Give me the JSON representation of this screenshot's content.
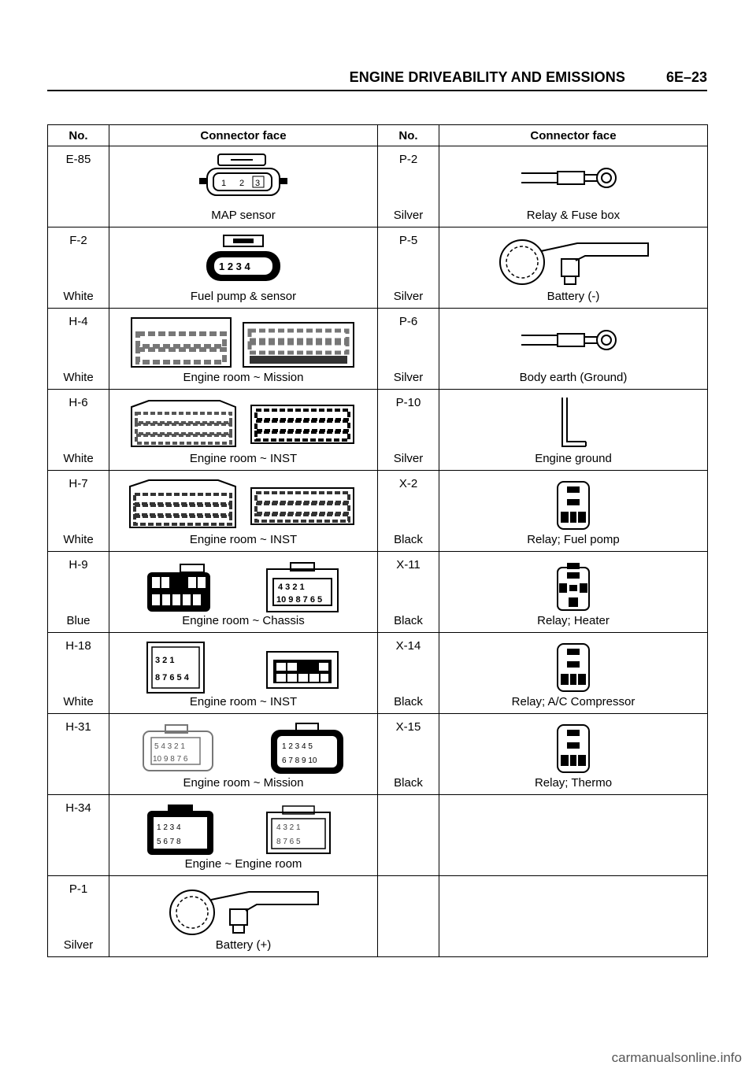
{
  "header": {
    "title": "ENGINE DRIVEABILITY AND EMISSIONS",
    "page": "6E–23"
  },
  "table": {
    "columns": [
      "No.",
      "Connector face",
      "No.",
      "Connector face"
    ],
    "rows": [
      {
        "left": {
          "no": "E-85",
          "color": "",
          "desc": "MAP sensor"
        },
        "right": {
          "no": "P-2",
          "color": "Silver",
          "desc": "Relay & Fuse box"
        }
      },
      {
        "left": {
          "no": "F-2",
          "color": "White",
          "desc": "Fuel pump & sensor"
        },
        "right": {
          "no": "P-5",
          "color": "Silver",
          "desc": "Battery (-)"
        }
      },
      {
        "left": {
          "no": "H-4",
          "color": "White",
          "desc": "Engine room ~ Mission"
        },
        "right": {
          "no": "P-6",
          "color": "Silver",
          "desc": "Body earth (Ground)"
        }
      },
      {
        "left": {
          "no": "H-6",
          "color": "White",
          "desc": "Engine room ~ INST"
        },
        "right": {
          "no": "P-10",
          "color": "Silver",
          "desc": "Engine ground"
        }
      },
      {
        "left": {
          "no": "H-7",
          "color": "White",
          "desc": "Engine room ~ INST"
        },
        "right": {
          "no": "X-2",
          "color": "Black",
          "desc": "Relay; Fuel pomp"
        }
      },
      {
        "left": {
          "no": "H-9",
          "color": "Blue",
          "desc": "Engine room ~ Chassis"
        },
        "right": {
          "no": "X-11",
          "color": "Black",
          "desc": "Relay; Heater"
        }
      },
      {
        "left": {
          "no": "H-18",
          "color": "White",
          "desc": "Engine room ~ INST"
        },
        "right": {
          "no": "X-14",
          "color": "Black",
          "desc": "Relay; A/C Compressor"
        }
      },
      {
        "left": {
          "no": "H-31",
          "color": "",
          "desc": "Engine room ~ Mission"
        },
        "right": {
          "no": "X-15",
          "color": "Black",
          "desc": "Relay; Thermo"
        }
      },
      {
        "left": {
          "no": "H-34",
          "color": "",
          "desc": "Engine ~ Engine room"
        },
        "right": {
          "no": "",
          "color": "",
          "desc": ""
        }
      },
      {
        "left": {
          "no": "P-1",
          "color": "Silver",
          "desc": "Battery (+)"
        },
        "right": {
          "no": "",
          "color": "",
          "desc": ""
        }
      }
    ]
  },
  "watermark": "carmanualsonline.info"
}
